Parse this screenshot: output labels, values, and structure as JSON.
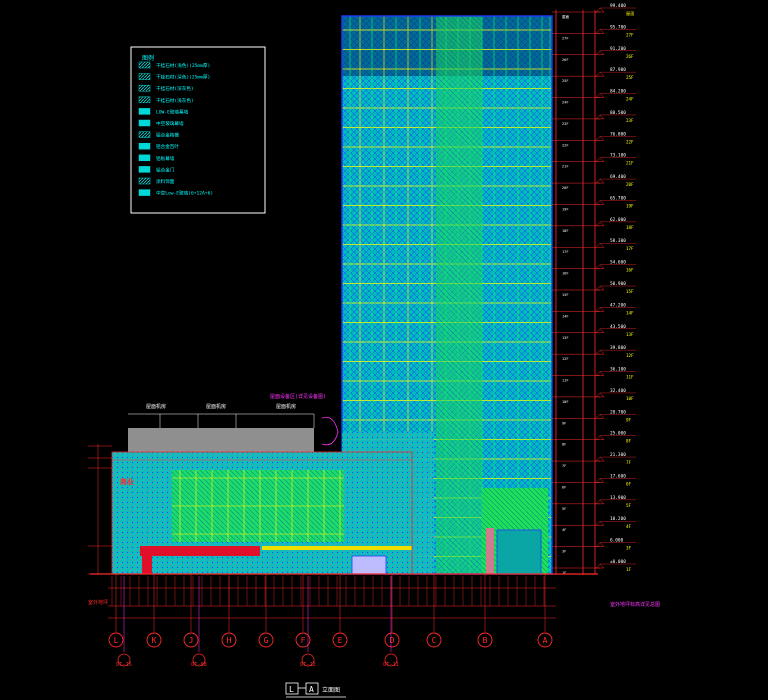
{
  "drawing": {
    "background": "#000000",
    "title_left": "L",
    "title_right": "A",
    "title_suffix": "立面图",
    "colors": {
      "tower_fill": "#00c8c8",
      "curtain_wall": "#00ff66",
      "grid": "#ffff00",
      "dim": "#ff2a2a",
      "annotation": "#ff33ff",
      "outline": "#1e3cff",
      "podium_roof": "#9a9a9a",
      "axis": "#ff3030"
    }
  },
  "legend": {
    "heading": "图例",
    "items": [
      {
        "swatch": "hatch",
        "label": "干挂石材(浅色)(25mm厚)"
      },
      {
        "swatch": "hatch",
        "label": "干挂石材(深色)(25mm厚)"
      },
      {
        "swatch": "hatch",
        "label": "干挂石材(深灰色)"
      },
      {
        "swatch": "hatch",
        "label": "干挂石材(浅灰色)"
      },
      {
        "swatch": "solid",
        "label": "LOW-E玻璃幕墙"
      },
      {
        "swatch": "solid",
        "label": "中空玻璃幕墙"
      },
      {
        "swatch": "hatch",
        "label": "铝合金格栅"
      },
      {
        "swatch": "solid",
        "label": "铝合金百叶"
      },
      {
        "swatch": "solid",
        "label": "铝板幕墙"
      },
      {
        "swatch": "solid",
        "label": "铝合金门"
      },
      {
        "swatch": "hatch",
        "label": "涂料饰面"
      },
      {
        "swatch": "solid",
        "label": "中空Low-E玻璃(6+12A+6)"
      }
    ]
  },
  "axes": [
    "L",
    "K",
    "J",
    "H",
    "G",
    "F",
    "E",
    "D",
    "C",
    "B",
    "A"
  ],
  "detail_tags": [
    "DT-15",
    "DT-08",
    "DT-12",
    "DT-11"
  ],
  "level_labels": [
    "99.400",
    "95.700",
    "91.200",
    "87.900",
    "84.200",
    "80.500",
    "76.800",
    "73.100",
    "69.400",
    "65.700",
    "62.000",
    "58.300",
    "54.600",
    "50.900",
    "47.200",
    "43.500",
    "39.800",
    "36.100",
    "32.400",
    "28.700",
    "25.000",
    "21.300",
    "17.600",
    "13.900",
    "10.200",
    "6.000",
    "±0.000"
  ],
  "floor_labels": [
    "屋面",
    "27F",
    "26F",
    "25F",
    "24F",
    "23F",
    "22F",
    "21F",
    "20F",
    "19F",
    "18F",
    "17F",
    "16F",
    "15F",
    "14F",
    "13F",
    "12F",
    "11F",
    "10F",
    "9F",
    "8F",
    "7F",
    "6F",
    "5F",
    "4F",
    "3F",
    "1F"
  ],
  "annotations": {
    "podium_roof_note": "屋面设备区(详见设备图)",
    "podium_roof_a": "屋面机房",
    "podium_roof_b": "屋面机房",
    "podium_roof_c": "屋面机房",
    "ground_note": "室外地坪",
    "right_note": "室外地坪标高详见总图",
    "sign": "商业"
  }
}
